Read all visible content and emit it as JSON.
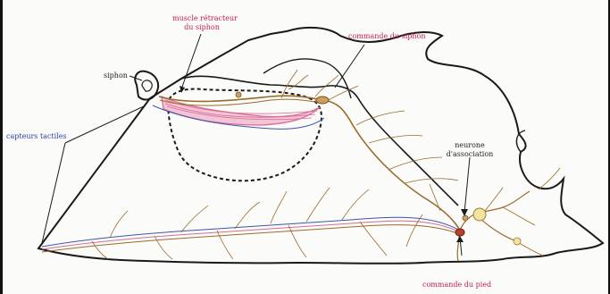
{
  "labels": {
    "siphon": "siphon",
    "muscle_line1": "muscle rétracteur",
    "muscle_line2": "du siphon",
    "commande_siphon": "commande du siphon",
    "capteurs": "capteurs tactiles",
    "neurone_line1": "neurone",
    "neurone_line2": "d'association",
    "commande_pied": "commande du pied"
  },
  "colors": {
    "outline": "#1a1a1a",
    "nerve_brown": "#9a6a2a",
    "muscle_pink": "#d86a94",
    "sensory_blue": "#3b55b0",
    "label_red": "#c21e54",
    "label_blue": "#2d3fa8"
  }
}
